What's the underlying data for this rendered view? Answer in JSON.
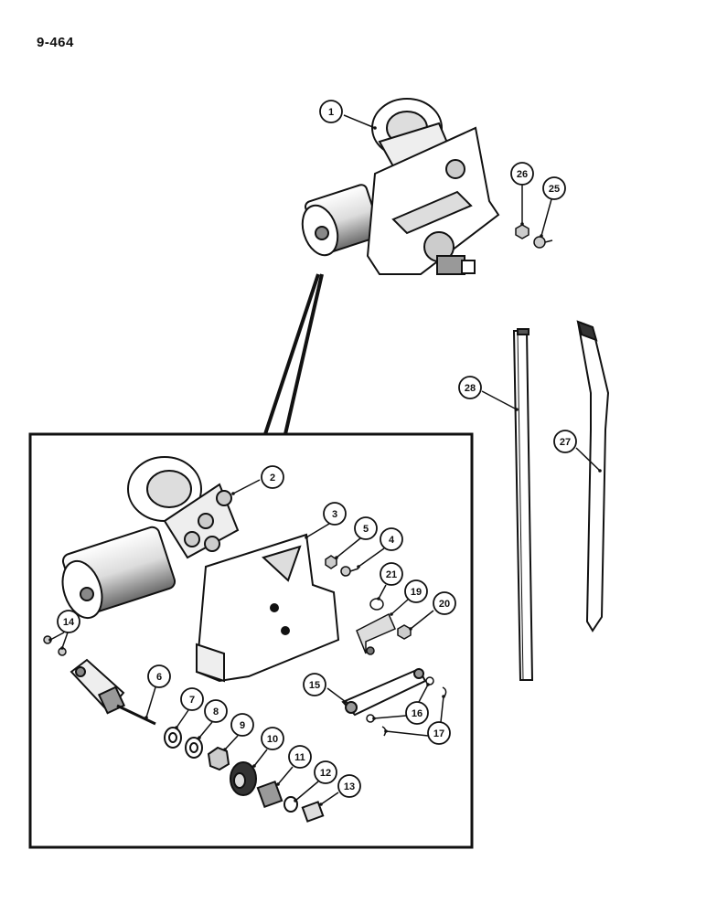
{
  "page_number": "9-464",
  "callouts": [
    "1",
    "2",
    "3",
    "4",
    "5",
    "6",
    "7",
    "8",
    "9",
    "10",
    "11",
    "12",
    "13",
    "14",
    "15",
    "16",
    "17",
    "19",
    "20",
    "21",
    "25",
    "26",
    "27",
    "28"
  ],
  "colors": {
    "ink": "#111111",
    "shade": "#c8c8c8",
    "light": "#eeeeee",
    "paper": "#ffffff"
  }
}
